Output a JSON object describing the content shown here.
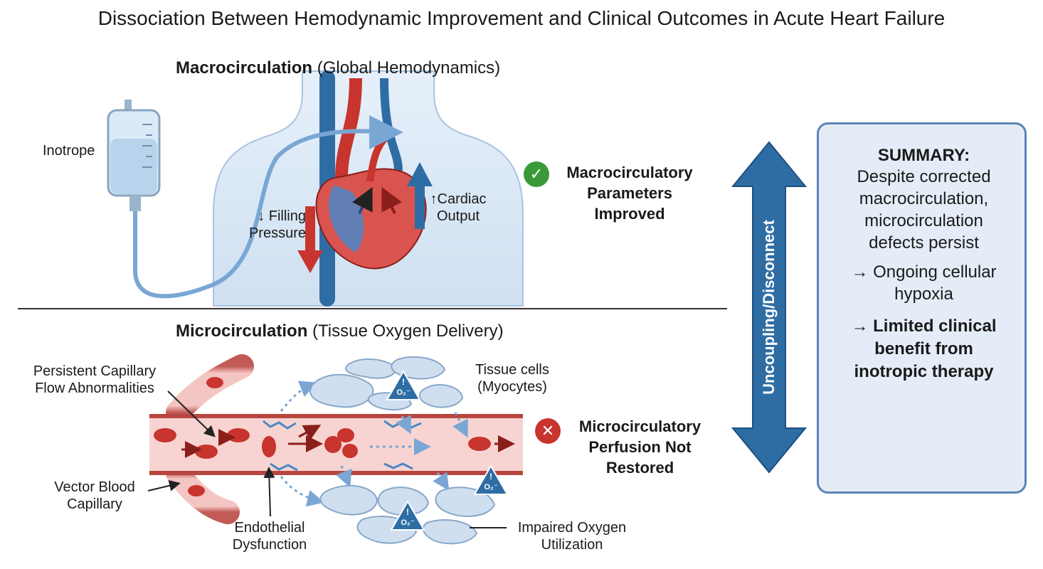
{
  "title": "Dissociation Between Hemodynamic Improvement and Clinical Outcomes in Acute Heart Failure",
  "macro": {
    "title_bold": "Macrocirculation",
    "title_rest": " (Global Hemodynamics)",
    "inotrope_label": "Inotrope",
    "filling_line1": "↓ Filling",
    "filling_line2": "Pressure",
    "cardiac_line1": "↑Cardiac",
    "cardiac_line2": "Output",
    "status_line1": "Macrocirculatory",
    "status_line2": "Parameters",
    "status_line3": "Improved",
    "status_icon": "check-icon"
  },
  "micro": {
    "title_bold": "Microcirculation",
    "title_rest": " (Tissue Oxygen Delivery)",
    "persistent_line1": "Persistent Capillary",
    "persistent_line2": "Flow Abnormalities",
    "tissue_line1": "Tissue cells",
    "tissue_line2": "(Myocytes)",
    "vector_line1": "Vector Blood",
    "vector_line2": "Capillary",
    "endothelial_line1": "Endothelial",
    "endothelial_line2": "Dysfunction",
    "impaired_line1": "Impaired Oxygen",
    "impaired_line2": "Utilization",
    "o2_warning": "O₂⁻",
    "status_line1": "Microcirculatory",
    "status_line2": "Perfusion Not",
    "status_line3": "Restored",
    "status_icon": "x-icon"
  },
  "uncoupling_label": "Uncoupling/Disconnect",
  "summary": {
    "heading": "SUMMARY:",
    "line1": "Despite corrected",
    "line2": "macrocirculation,",
    "line3": "microcirculation",
    "line4": "defects persist",
    "line5": "→ Ongoing cellular",
    "line6": "hypoxia",
    "line7": "→ Limited clinical",
    "line8": "benefit from",
    "line9": "inotropic therapy"
  },
  "colors": {
    "arrow_blue": "#2e6da4",
    "red": "#c8342e",
    "green": "#3a9a3a",
    "box_bg": "#e4edf7",
    "box_border": "#5a86b8"
  }
}
